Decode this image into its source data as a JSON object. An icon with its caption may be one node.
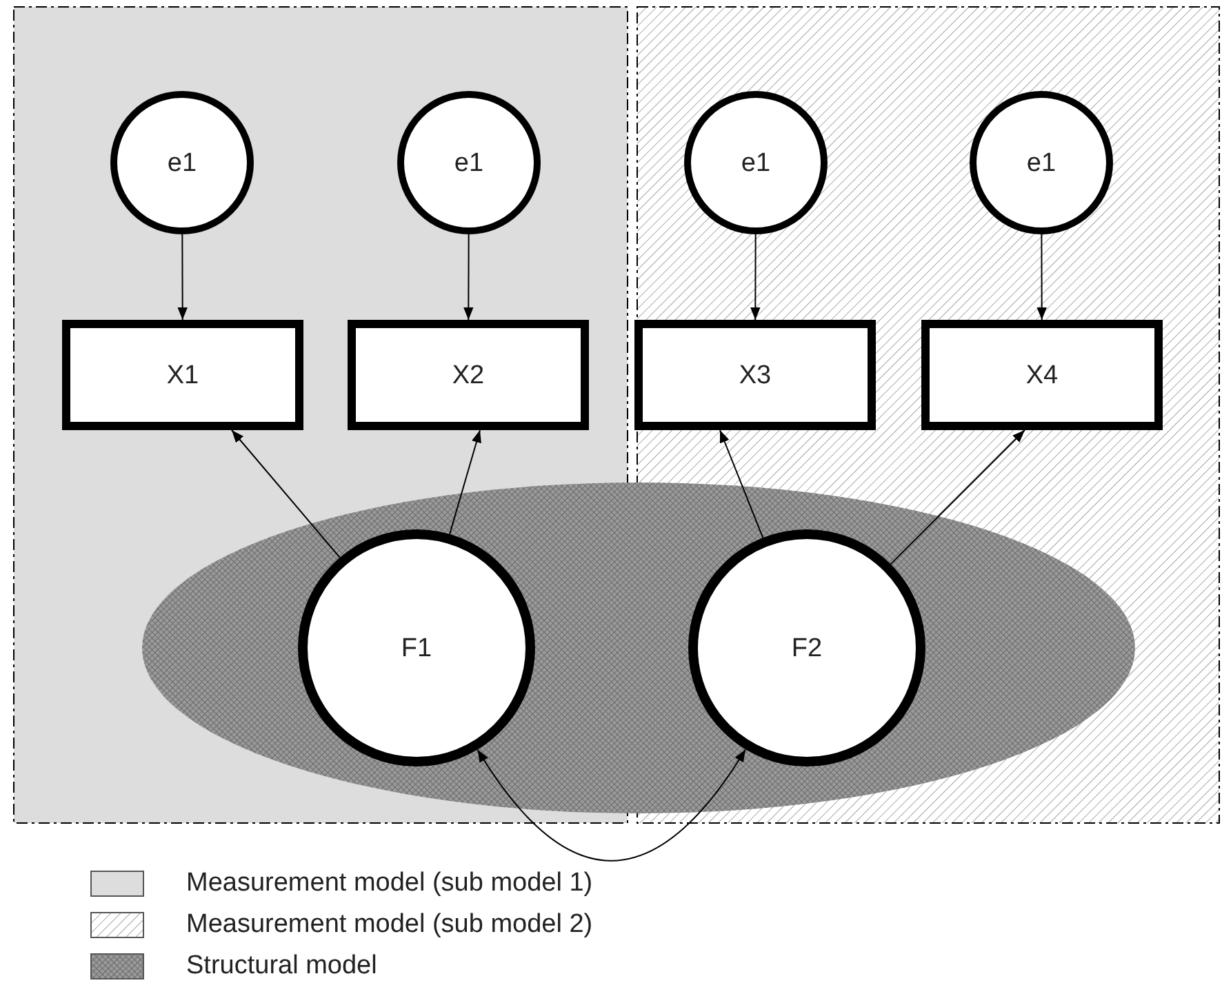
{
  "diagram": {
    "nodes": [
      {
        "text": [
          "e1"
        ]
      },
      {
        "text": [
          "e1"
        ]
      },
      {
        "text": [
          "e1"
        ]
      },
      {
        "text": [
          "e1"
        ]
      },
      {
        "text": [
          "X1"
        ]
      },
      {
        "text": [
          "X2"
        ]
      },
      {
        "text": [
          "X3"
        ]
      },
      {
        "text": [
          "X4"
        ]
      },
      {
        "text": [
          "F1"
        ]
      },
      {
        "text": [
          "F2"
        ]
      }
    ],
    "edges": [
      {
        "from": 0,
        "to": 4,
        "arrow": "to"
      },
      {
        "from": 1,
        "to": 5,
        "arrow": "to"
      },
      {
        "from": 2,
        "to": 6,
        "arrow": "to"
      },
      {
        "from": 3,
        "to": 7,
        "arrow": "to"
      },
      {
        "from": 8,
        "to": 4,
        "arrow": "to"
      },
      {
        "from": 8,
        "to": 5,
        "arrow": "to"
      },
      {
        "from": 9,
        "to": 6,
        "arrow": "to"
      },
      {
        "from": 9,
        "to": 7,
        "arrow": "to"
      },
      {
        "from": 8,
        "to": 9,
        "arrow": "both"
      }
    ],
    "legend": [
      {
        "text": "Measurement model (sub model 1)",
        "color": "#dddddd"
      },
      {
        "text": "Measurement model (sub model 2)"
      },
      {
        "text": "Structural model"
      }
    ]
  }
}
